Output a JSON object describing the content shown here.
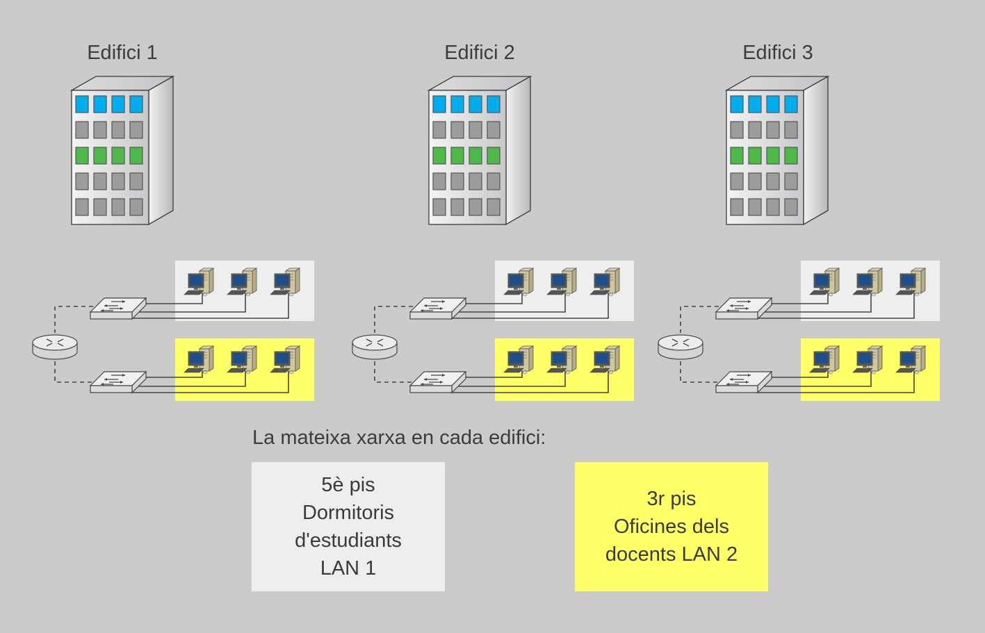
{
  "buildings": [
    {
      "label": "Edifici 1"
    },
    {
      "label": "Edifici 2"
    },
    {
      "label": "Edifici 3"
    }
  ],
  "building_floors_top_to_bottom": [
    "blue",
    "gray",
    "green",
    "gray",
    "gray"
  ],
  "colors": {
    "background": "#cbcbcb",
    "floor_blue": "#00aeef",
    "floor_green": "#50b848",
    "floor_gray": "#9c9c9c",
    "lan1_bg": "#eeeeee",
    "lan2_bg": "#ffff66"
  },
  "network": {
    "devices_per_building": {
      "routers": 1,
      "switches": 2,
      "computers_per_lan": 3
    },
    "lans": [
      {
        "id": "LAN 1",
        "color": "#eeeeee"
      },
      {
        "id": "LAN 2",
        "color": "#ffff66"
      }
    ]
  },
  "caption": "La mateixa xarxa en cada edifici:",
  "legend": [
    {
      "lines": [
        "5è pis",
        "Dormitoris",
        "d'estudiants",
        "LAN 1"
      ],
      "color": "#eeeeee"
    },
    {
      "lines": [
        "3r pis",
        "Oficines dels",
        "docents LAN 2"
      ],
      "color": "#ffff66"
    }
  ]
}
